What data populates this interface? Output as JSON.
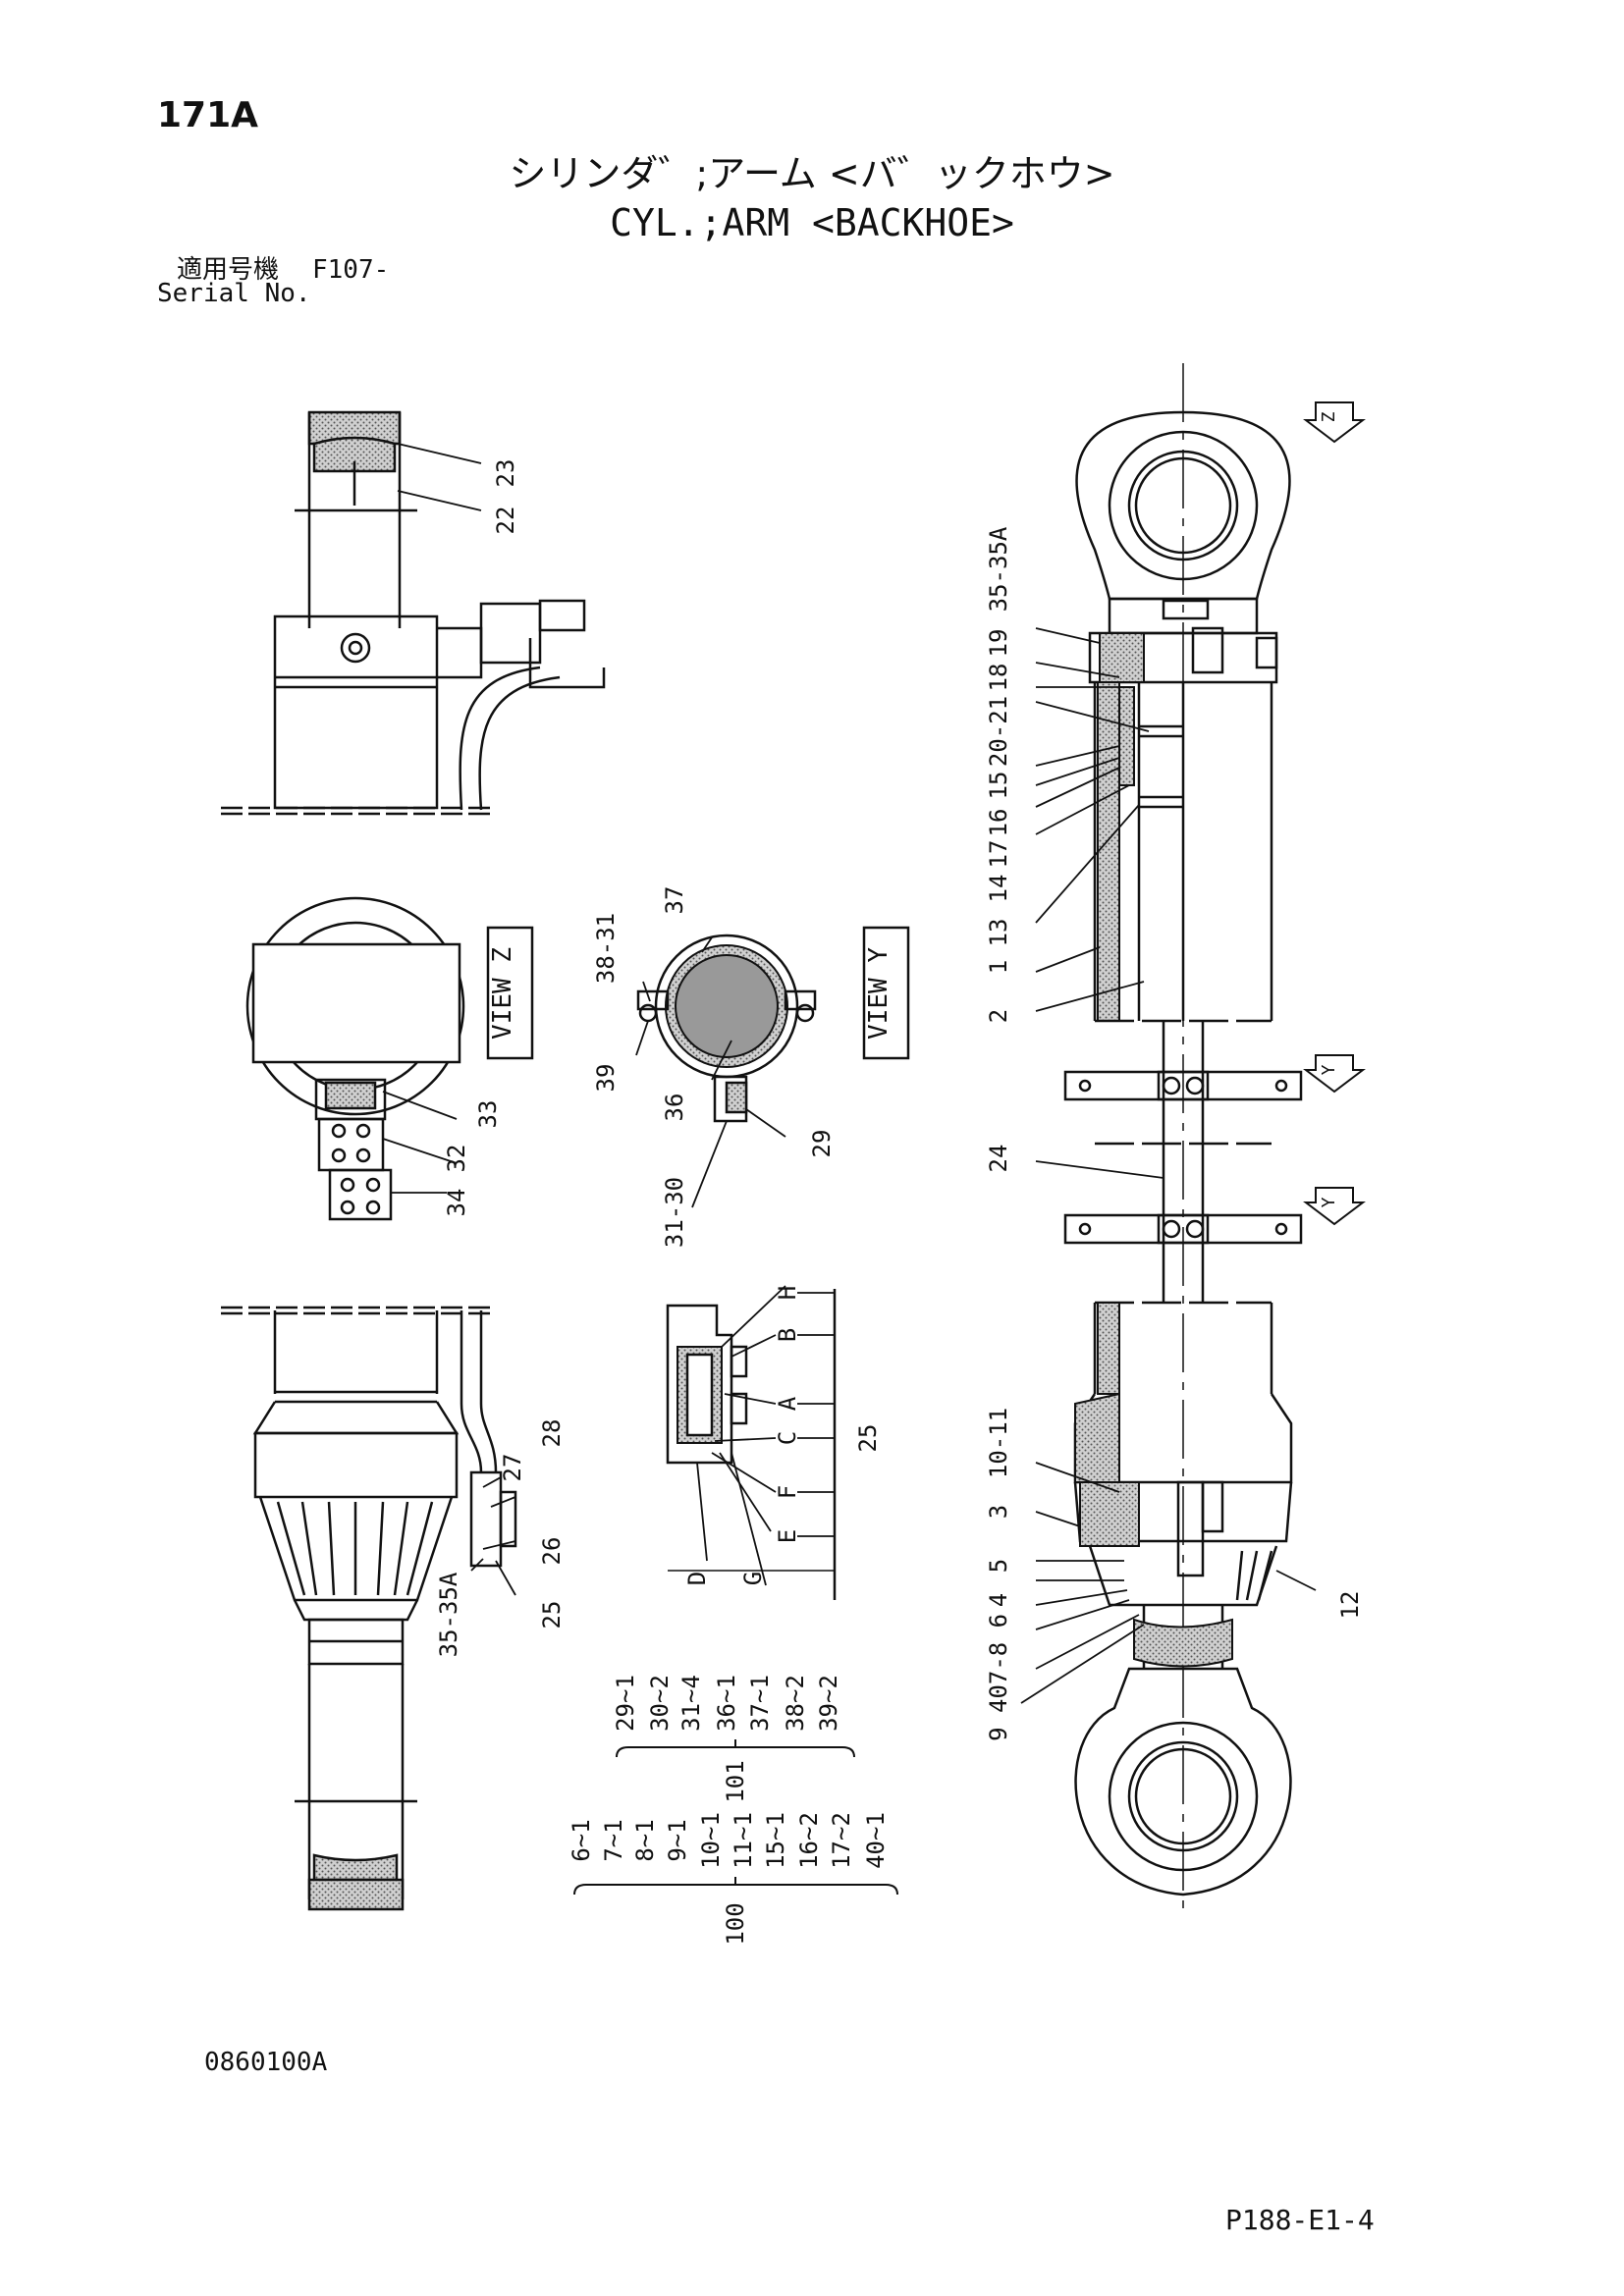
{
  "header": {
    "page_number": "171A",
    "title_jp": "シリンダ゛;アーム <バ゛ックホウ>",
    "title_en": "CYL.;ARM <BACKHOE>",
    "serial_label_jp": "適用号機",
    "serial_value": "F107-",
    "serial_label_en": "Serial No."
  },
  "views": {
    "view_z": "VIEW Z",
    "view_y": "VIEW Y",
    "z_marker": "Z",
    "y_marker_1": "Y",
    "y_marker_2": "Y"
  },
  "callouts": {
    "c35_35a_top": "35-35A",
    "c19": "19",
    "c18": "18",
    "c20_21": "20-21",
    "c15": "15",
    "c16": "16",
    "c17": "17",
    "c14": "14",
    "c13": "13",
    "c1": "1",
    "c2": "2",
    "c24": "24",
    "c10_11": "10-11",
    "c3": "3",
    "c5": "5",
    "c4": "4",
    "c7_8_6": "7-8 6",
    "c9_40": "9 40",
    "c12": "12",
    "c23": "23",
    "c22": "22",
    "c33": "33",
    "c32": "32",
    "c34": "34",
    "c37": "37",
    "c38_31": "38-31",
    "c39": "39",
    "c36": "36",
    "c29": "29",
    "c31_30": "31-30",
    "c28": "28",
    "c27": "27",
    "c26": "26",
    "c25_left": "25",
    "c35_35a_bottom": "35-35A",
    "cH": "H",
    "cB": "B",
    "cA": "A",
    "cC": "C",
    "cF": "F",
    "cE": "E",
    "cG": "G",
    "cD": "D",
    "c25_kit": "25"
  },
  "kits": {
    "kit_101": {
      "label": "101",
      "items": [
        "29~1",
        "30~2",
        "31~4",
        "36~1",
        "37~1",
        "38~2",
        "39~2"
      ]
    },
    "kit_100": {
      "label": "100",
      "items": [
        "6~1",
        "7~1",
        "8~1",
        "9~1",
        "10~1",
        "11~1",
        "15~1",
        "16~2",
        "17~2",
        "40~1"
      ]
    }
  },
  "footer": {
    "drawing_code": "0860100A",
    "catalog_ref": "P188-E1-4"
  }
}
